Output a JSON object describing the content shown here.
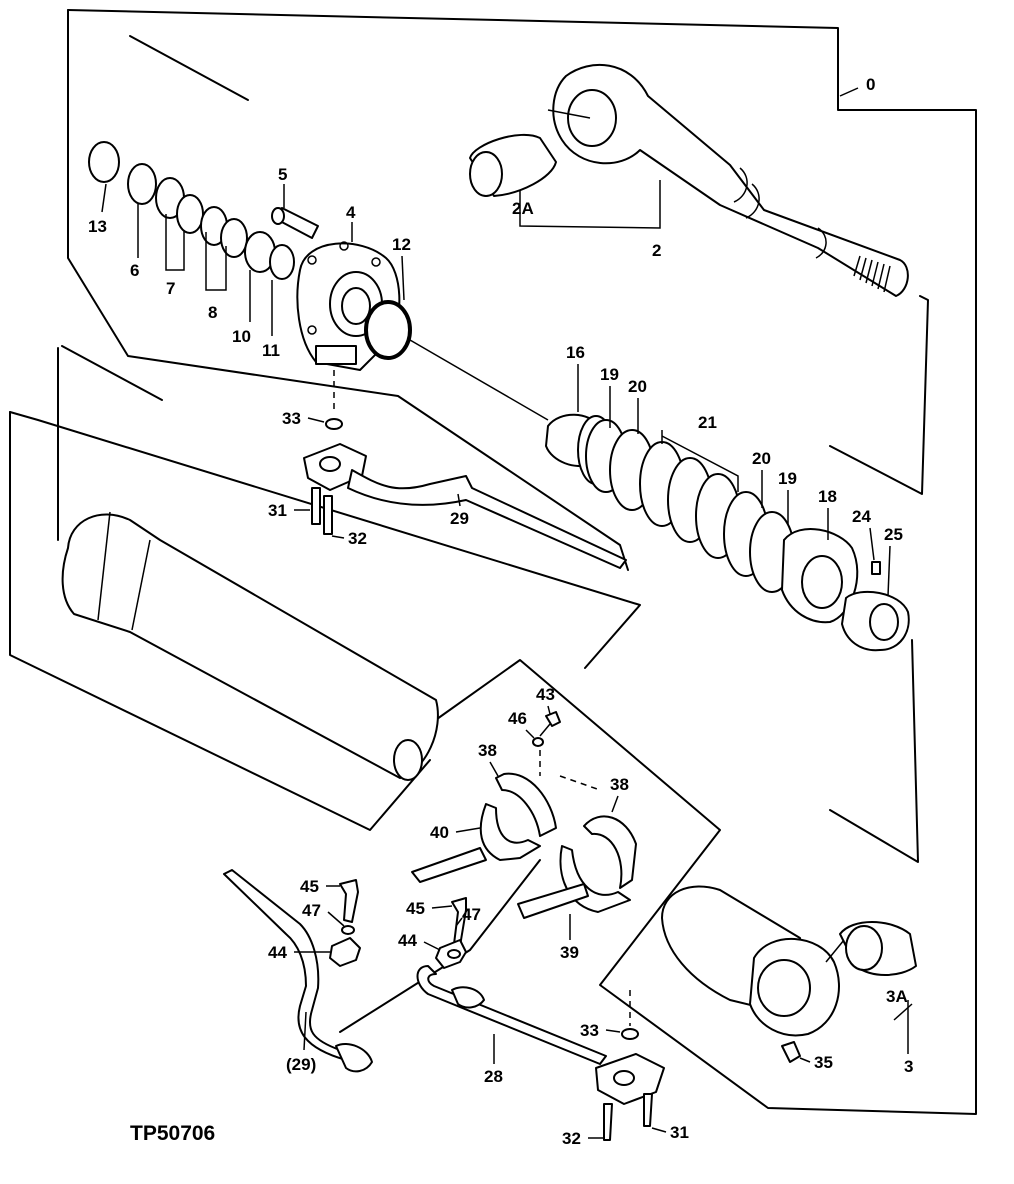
{
  "figure_code": "TP50706",
  "labels": {
    "l0": "0",
    "l2": "2",
    "l2A": "2A",
    "l3": "3",
    "l3A": "3A",
    "l4": "4",
    "l5": "5",
    "l6": "6",
    "l7": "7",
    "l8": "8",
    "l10": "10",
    "l11": "11",
    "l12": "12",
    "l13": "13",
    "l16": "16",
    "l18": "18",
    "l19a": "19",
    "l19b": "19",
    "l20a": "20",
    "l20b": "20",
    "l21": "21",
    "l24": "24",
    "l25": "25",
    "l28": "28",
    "l29": "29",
    "l29p": "(29)",
    "l31a": "31",
    "l31b": "31",
    "l32a": "32",
    "l32b": "32",
    "l33a": "33",
    "l33b": "33",
    "l35": "35",
    "l38a": "38",
    "l38b": "38",
    "l39": "39",
    "l40": "40",
    "l43": "43",
    "l44a": "44",
    "l44b": "44",
    "l45a": "45",
    "l45b": "45",
    "l46": "46",
    "l47a": "47",
    "l47b": "47"
  },
  "icons": [
    "cylinder-rod",
    "rod-bushing",
    "cylinder-head",
    "piston",
    "cylinder-barrel",
    "barrel-bushing",
    "tube-line",
    "clamp",
    "flange-block",
    "cap-screw",
    "o-ring",
    "seal",
    "spring-stopper"
  ]
}
